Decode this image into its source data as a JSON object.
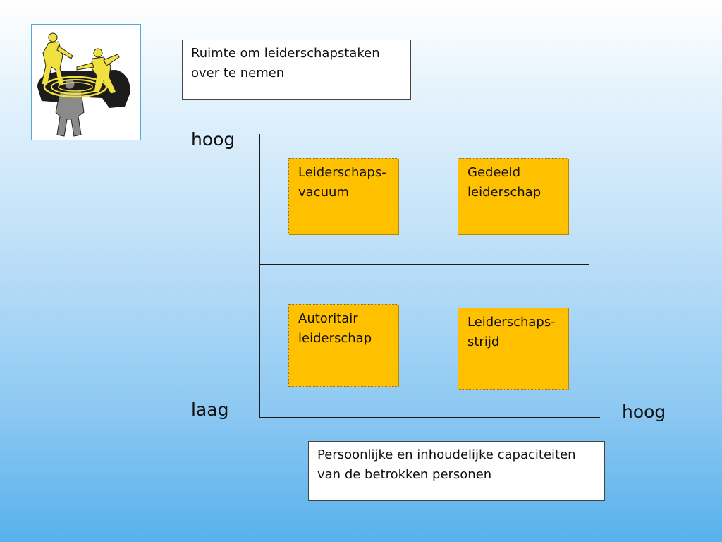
{
  "top_label": "Ruimte om leiderschapstaken\nover te nemen",
  "bottom_label": "Persoonlijke en inhoudelijke capaciteiten\nvan de betrokken personen",
  "y_axis": {
    "high": "hoog",
    "low": "laag"
  },
  "x_axis": {
    "high": "hoog"
  },
  "quadrants": {
    "top_left": "Leiderschaps-\nvacuum",
    "top_right": "Gedeeld\nleiderschap",
    "bottom_left": "Autoritair\nleiderschap",
    "bottom_right": "Leiderschaps-\nstrijd"
  },
  "colors": {
    "note_fill": "#ffc000",
    "figure_yellow": "#f0e040"
  },
  "illustration": "dancing-people-icon"
}
